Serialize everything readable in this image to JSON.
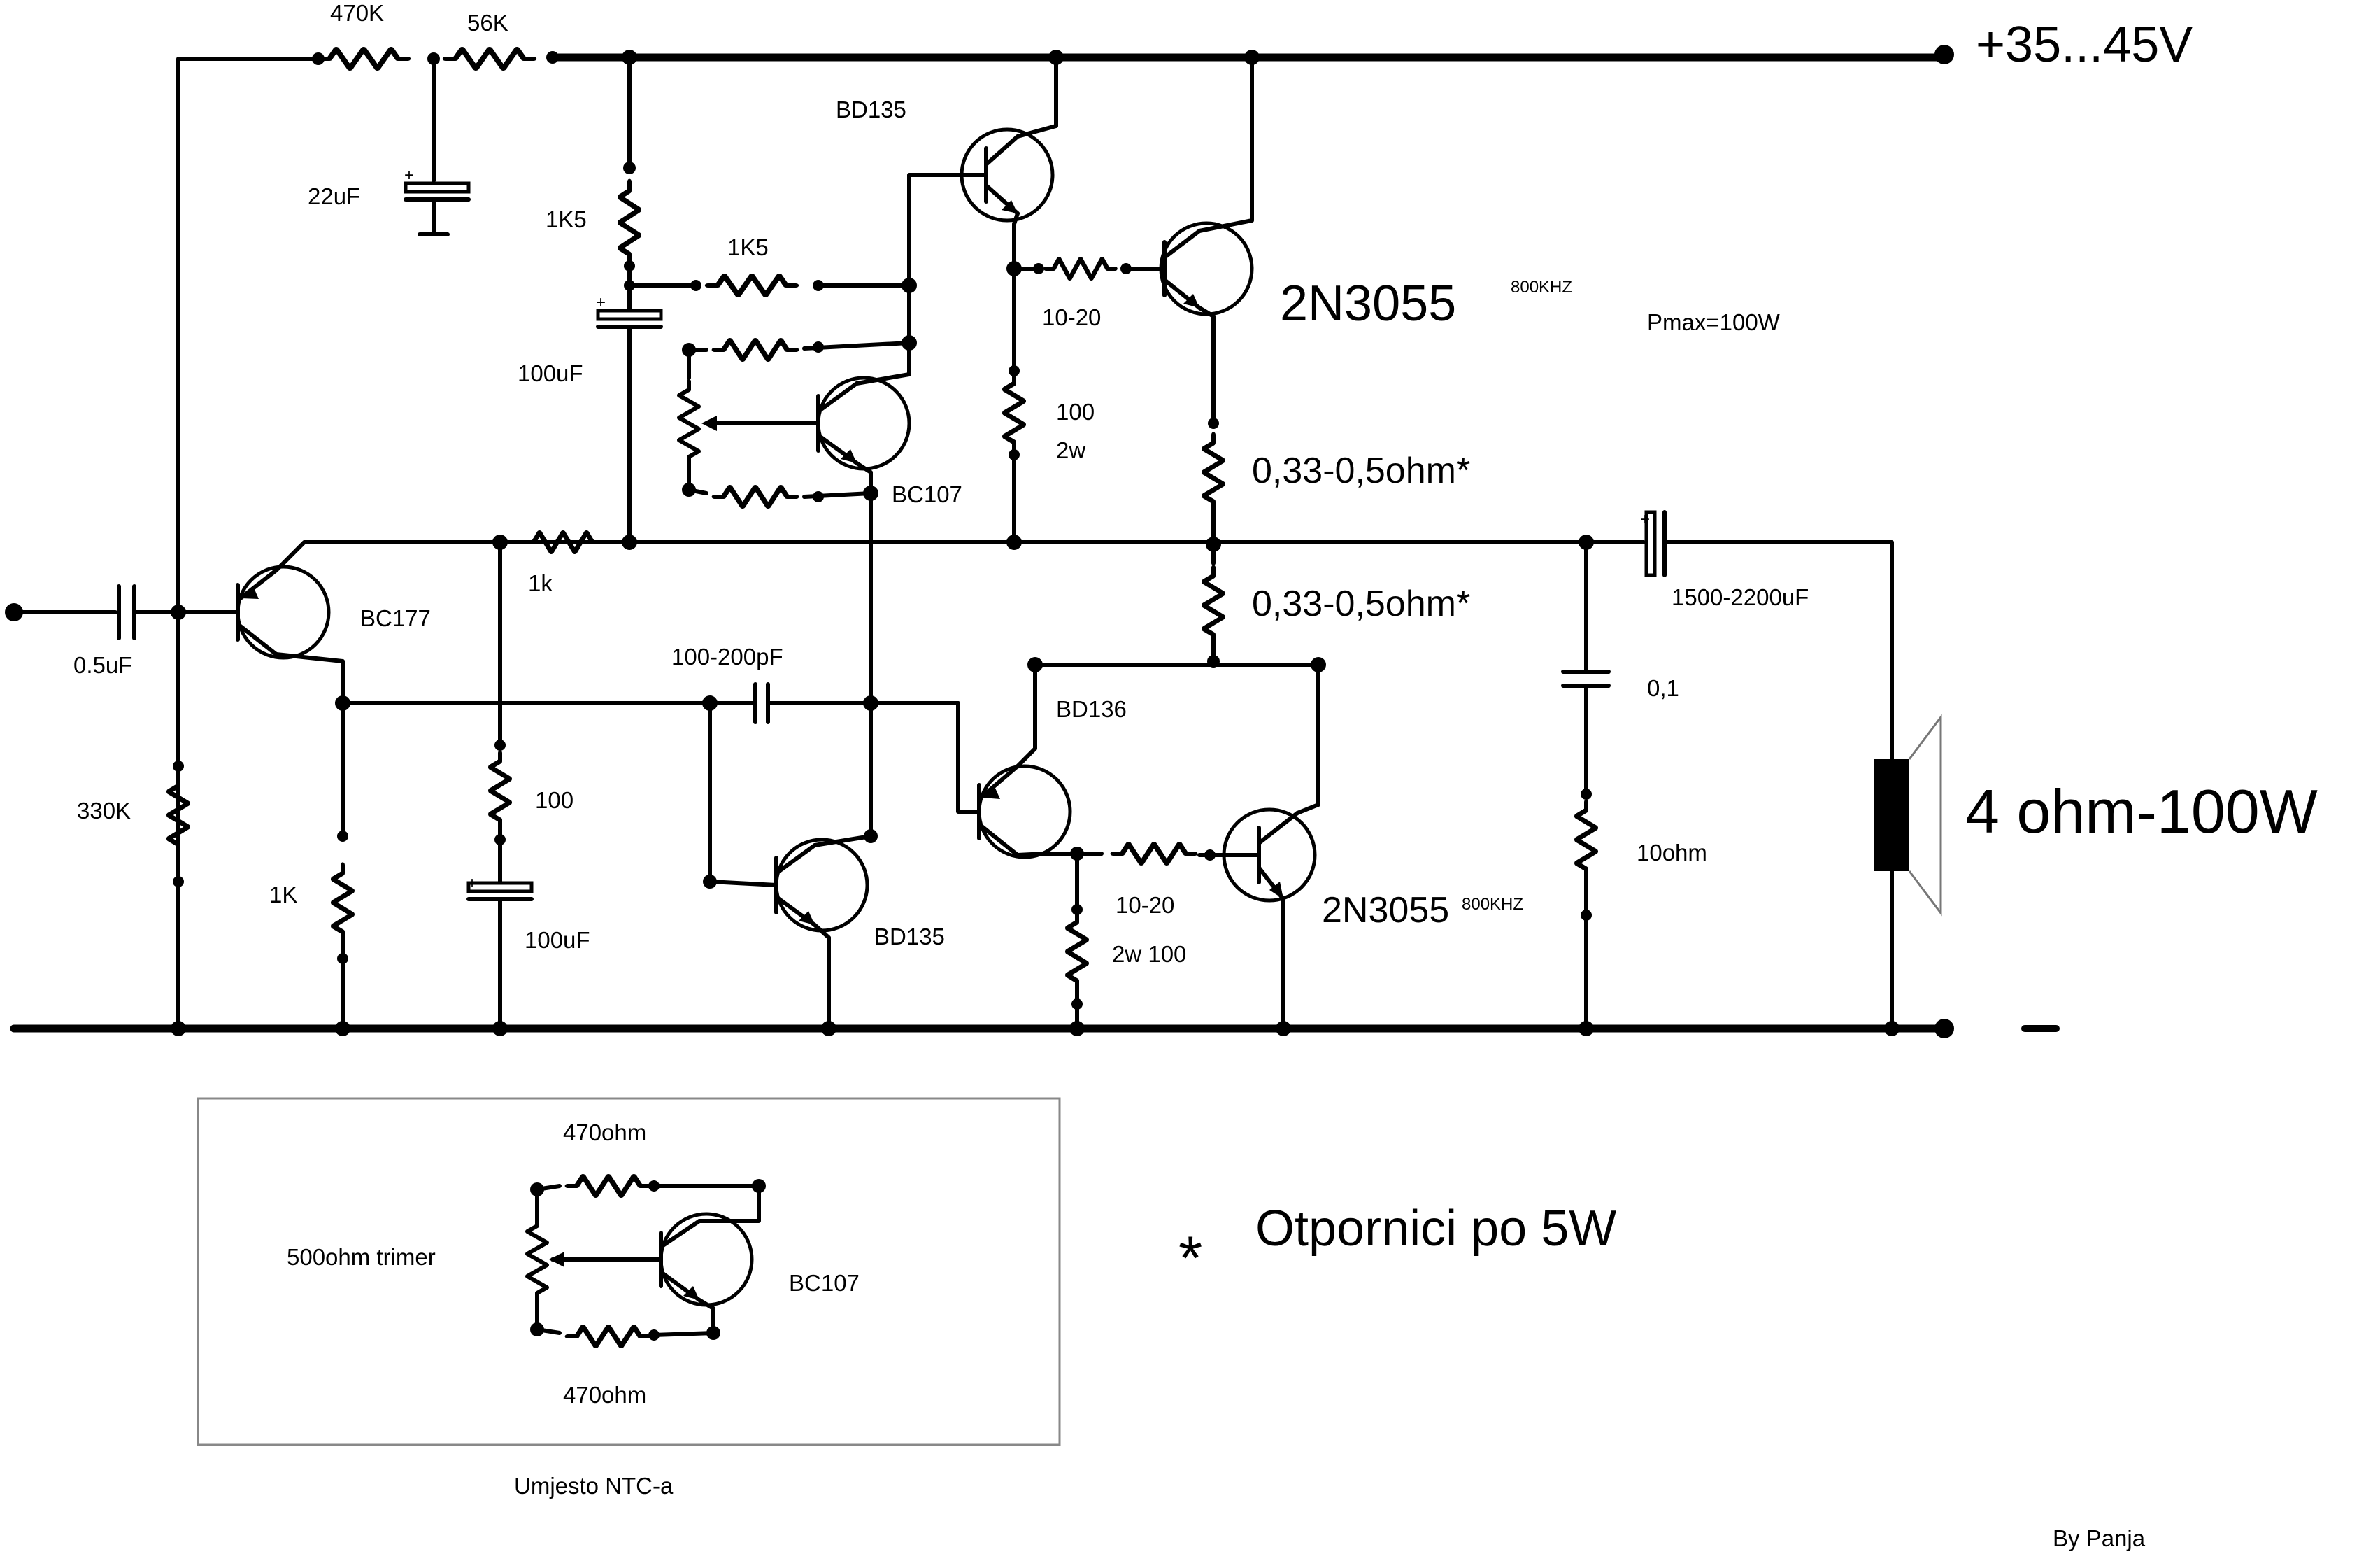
{
  "supply": {
    "positive": "+35...45V",
    "negative": "-"
  },
  "transistors": {
    "q_input": "BC177",
    "q_vbe": "BC107",
    "q_driver_top": "BD135",
    "q_vas": "BD135",
    "q_driver_bottom": "BD136",
    "q_out_top": "2N3055",
    "q_out_top_note": "800KHZ",
    "q_out_bottom": "2N3055",
    "q_out_bottom_note": "800KHZ"
  },
  "components": {
    "r_470k": "470K",
    "r_56k": "56K",
    "c_22uf": "22uF",
    "r_1k5_vertical": "1K5",
    "r_1k5_horizontal": "1K5",
    "c_100uf_bootstrap": "100uF",
    "r_1k_feedback": "1k",
    "c_input": "0.5uF",
    "r_330k": "330K",
    "r_1k_collector": "1K",
    "r_100": "100",
    "c_100uf_feedback": "100uF",
    "c_miller": "100-200pF",
    "r_base_top": "10-20",
    "r_100_2w_top_a": "100",
    "r_100_2w_top_b": "2w",
    "r_emitter_top": "0,33-0,5ohm*",
    "r_emitter_bottom": "0,33-0,5ohm*",
    "r_base_bottom": "10-20",
    "r_100_2w_bottom": "2w 100",
    "c_output": "1500-2200uF",
    "c_zobel": "0,1",
    "r_zobel": "10ohm",
    "speaker": "4 ohm-100W",
    "pmax": "Pmax=100W"
  },
  "inset": {
    "r_top": "470ohm",
    "trimmer": "500ohm trimer",
    "transistor": "BC107",
    "r_bottom": "470ohm",
    "caption": "Umjesto NTC-a"
  },
  "notes": {
    "asterisk": "*",
    "resistor_note": "Otpornici po 5W",
    "author": "By Panja"
  }
}
